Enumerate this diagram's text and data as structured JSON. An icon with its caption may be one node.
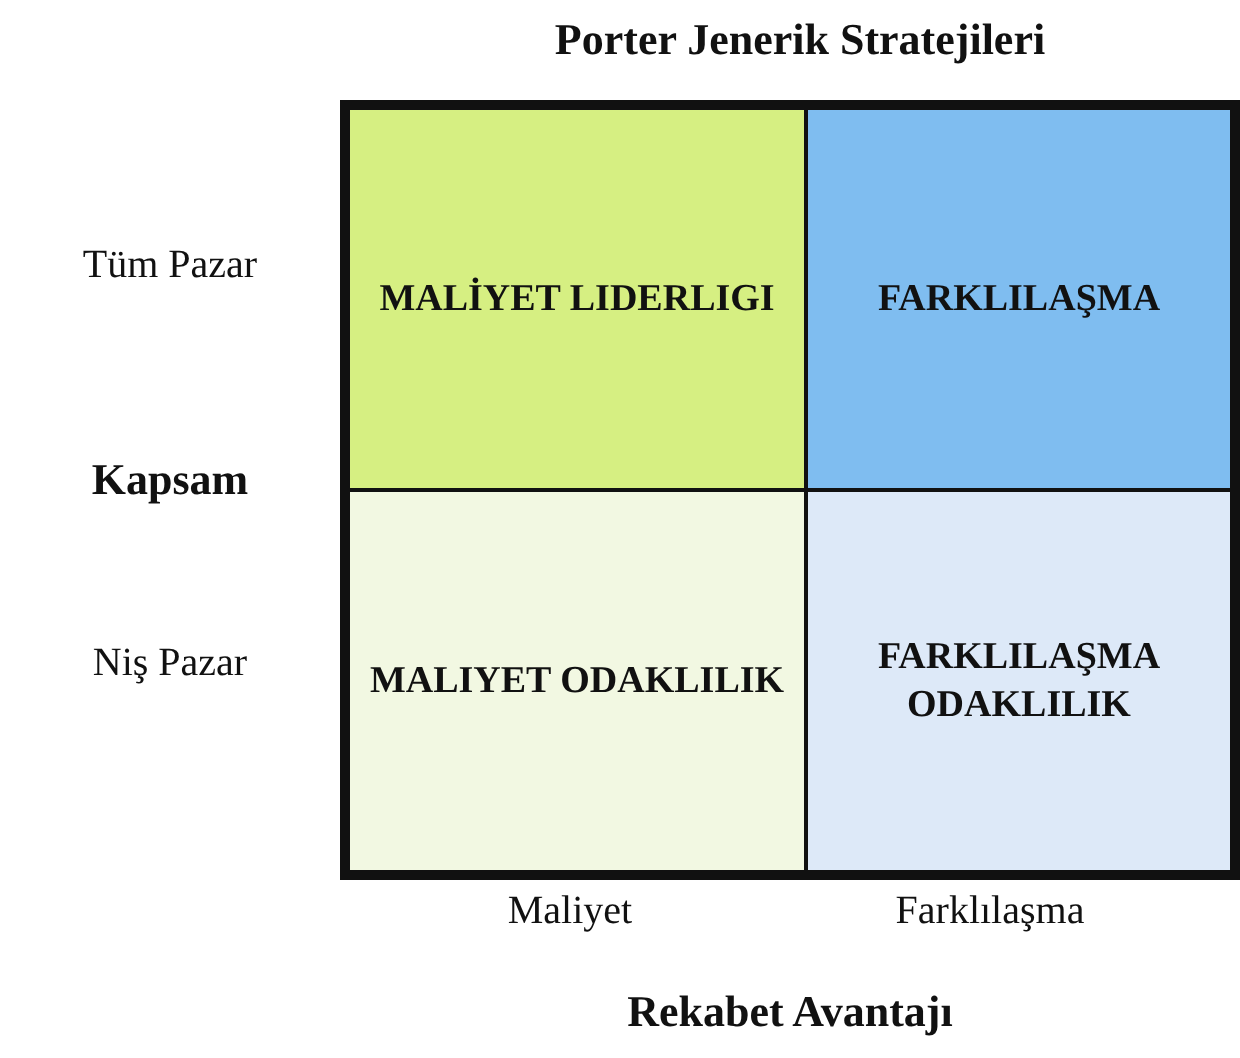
{
  "diagram": {
    "title": "Porter Jenerik Stratejileri",
    "nodes": [
      {
        "text": [
          "MALİYET LIDERLIGI"
        ]
      },
      {
        "text": [
          "FARKLILAŞMA"
        ]
      },
      {
        "text": [
          "MALIYET ODAKLILIK"
        ]
      },
      {
        "text": [
          "FARKLILAŞMA ODAKLILIK"
        ]
      }
    ],
    "labels": [
      "Tüm Pazar",
      "Kapsam",
      "Niş Pazar",
      "Maliyet",
      "Farklılaşma",
      "Rekabet Avantajı"
    ]
  }
}
